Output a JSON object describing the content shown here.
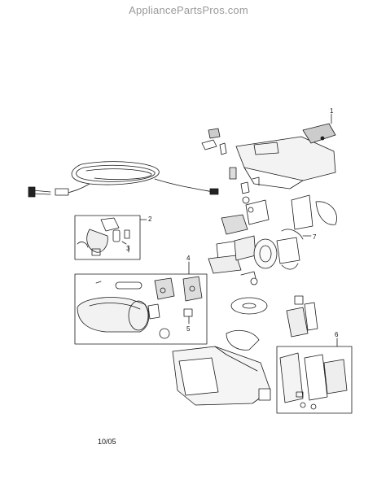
{
  "watermark": "AppliancePartsPros.com",
  "callouts": [
    "1",
    "2",
    "3",
    "4",
    "5",
    "6",
    "7"
  ],
  "date_code": "10/05"
}
